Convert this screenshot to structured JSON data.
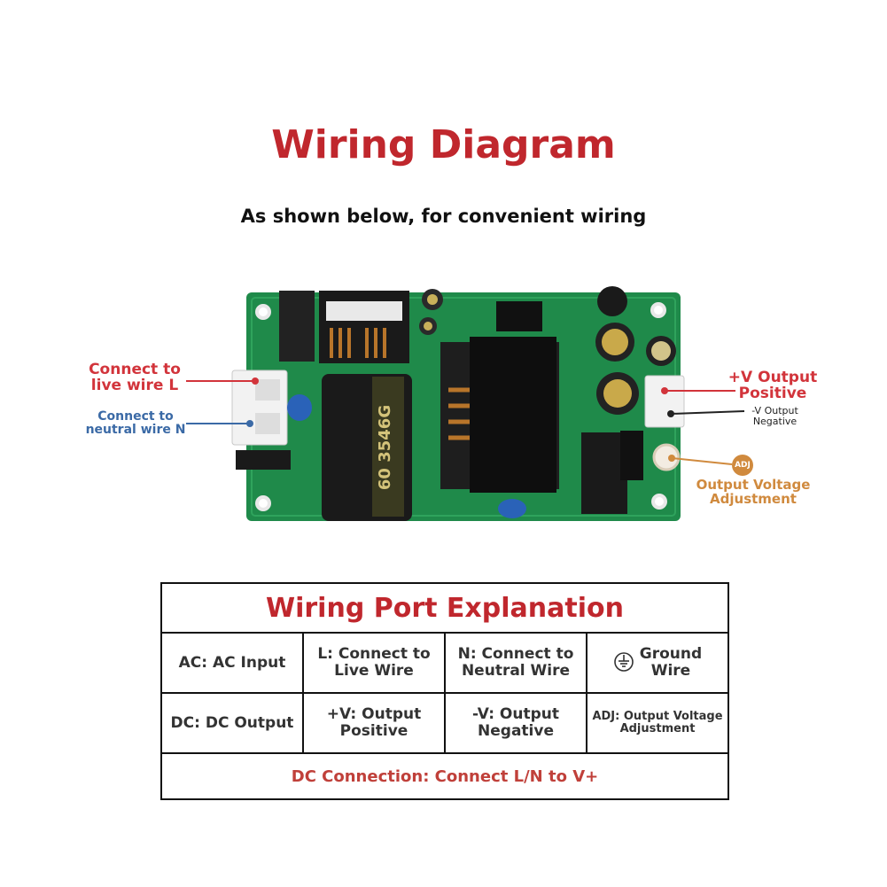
{
  "header": {
    "title": "Wiring Diagram",
    "subtitle": "As shown below, for convenient wiring"
  },
  "board_labels": {
    "live": "Connect to\nlive wire L",
    "neutral": "Connect to\nneutral wire N",
    "v_pos": "+V Output\nPositive",
    "v_neg": "-V Output\nNegative",
    "adj_badge": "ADJ",
    "adj": "Output Voltage\nAdjustment",
    "capacitor_print": "60  3546G"
  },
  "colors": {
    "title_red": "#c0272d",
    "live_red": "#d2343b",
    "neutral_blue": "#3b6aa6",
    "adj_orange": "#d08a3e",
    "pcb_green": "#1f8a4a"
  },
  "table": {
    "title": "Wiring Port Explanation",
    "rows": [
      [
        "AC: AC Input",
        "L: Connect to\nLive Wire",
        "N: Connect to\nNeutral Wire",
        "Ground\nWire"
      ],
      [
        "DC: DC Output",
        "+V: Output\nPositive",
        "-V: Output\nNegative",
        "ADJ: Output Voltage\nAdjustment"
      ]
    ],
    "footer": "DC Connection: Connect L/N to V+"
  }
}
